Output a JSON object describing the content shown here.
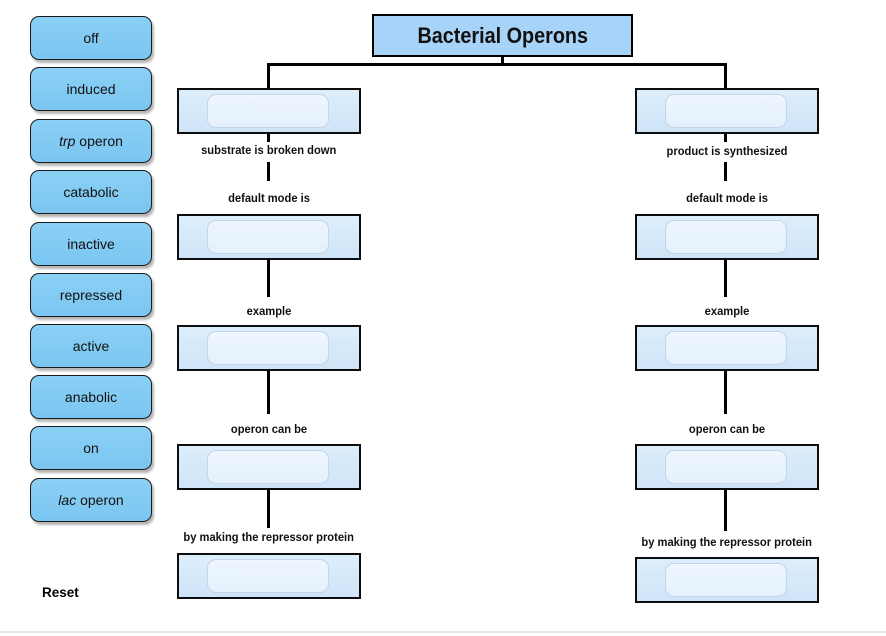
{
  "title": "Bacterial Operons",
  "reset_label": "Reset",
  "word_bank": {
    "tiles": [
      {
        "italic": "",
        "label": "off"
      },
      {
        "italic": "",
        "label": "induced"
      },
      {
        "italic": "trp",
        "label": " operon"
      },
      {
        "italic": "",
        "label": "catabolic"
      },
      {
        "italic": "",
        "label": "inactive"
      },
      {
        "italic": "",
        "label": "repressed"
      },
      {
        "italic": "",
        "label": "active"
      },
      {
        "italic": "",
        "label": "anabolic"
      },
      {
        "italic": "",
        "label": "on"
      },
      {
        "italic": "lac",
        "label": " operon"
      }
    ]
  },
  "left_branch": {
    "labels": [
      "substrate is broken down",
      "default mode is",
      "example",
      "operon can be",
      "by making the repressor protein"
    ],
    "drop_slots": [
      "",
      "",
      "",
      "",
      ""
    ]
  },
  "right_branch": {
    "labels": [
      "product is synthesized",
      "default mode is",
      "example",
      "operon can be",
      "by making the repressor protein"
    ],
    "drop_slots": [
      "",
      "",
      "",
      "",
      ""
    ]
  },
  "colors": {
    "tile_fill": "#7ec9f2",
    "title_fill": "#a6d3f7",
    "dropbox_fill": "#d7e9fa",
    "slot_fill": "#ebf4fd",
    "connector": "#000000"
  }
}
